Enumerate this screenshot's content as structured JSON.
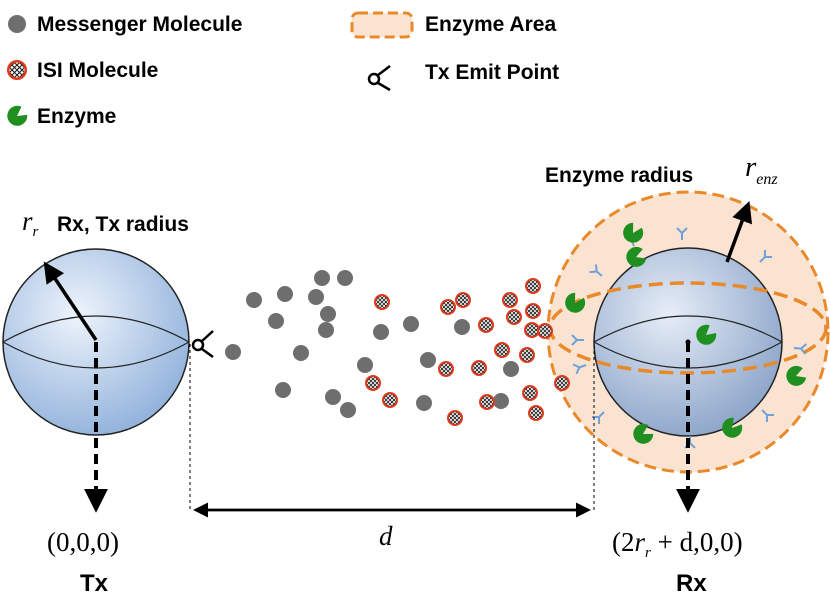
{
  "legend": {
    "messenger": "Messenger Molecule",
    "isi": "ISI Molecule",
    "enzyme": "Enzyme",
    "enzyme_area": "Enzyme Area",
    "tx_emit": "Tx Emit Point"
  },
  "labels": {
    "rx_tx_radius": "Rx, Tx radius",
    "r_r_main": "r",
    "r_r_sub": "r",
    "enzyme_radius": "Enzyme radius",
    "r_enz_main": "r",
    "r_enz_sub": "enz",
    "distance": "d",
    "tx_coord": "(0,0,0)",
    "rx_coord_open": "(2",
    "rx_coord_r": "r",
    "rx_coord_sub": "r",
    "rx_coord_rest": " + d,0,0)",
    "tx_name": "Tx",
    "rx_name": "Rx"
  },
  "colors": {
    "messenger": "#6e6e6e",
    "isi_ring": "#e03a1e",
    "enzyme": "#1f8f1f",
    "enzyme_area_stroke": "#e8892a",
    "enzyme_area_fill": "#fbe3d2",
    "sphere_light": "#e6eefa",
    "sphere_dark": "#9fbbe0",
    "receptor": "#6fa0d8"
  },
  "icons": {
    "messenger": "filled-circle",
    "isi": "crosshatched-circle",
    "enzyme": "pacman-shape",
    "tx_emit": "open-circle-with-v",
    "receptor": "y-shape"
  }
}
